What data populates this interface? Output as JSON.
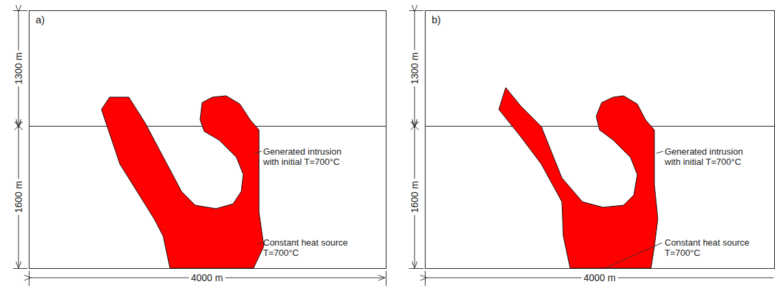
{
  "diagram": {
    "labels": [
      "a)",
      "1300 m",
      "1600 m",
      "4000 m",
      "Generated intrusion with initial T=700°C",
      "Constant heat source T=700°C",
      "b)",
      "1300 m",
      "1600 m",
      "4000 m",
      "Generated intrusion with initial T=700°C",
      "Constant heat source T=700°C"
    ]
  }
}
